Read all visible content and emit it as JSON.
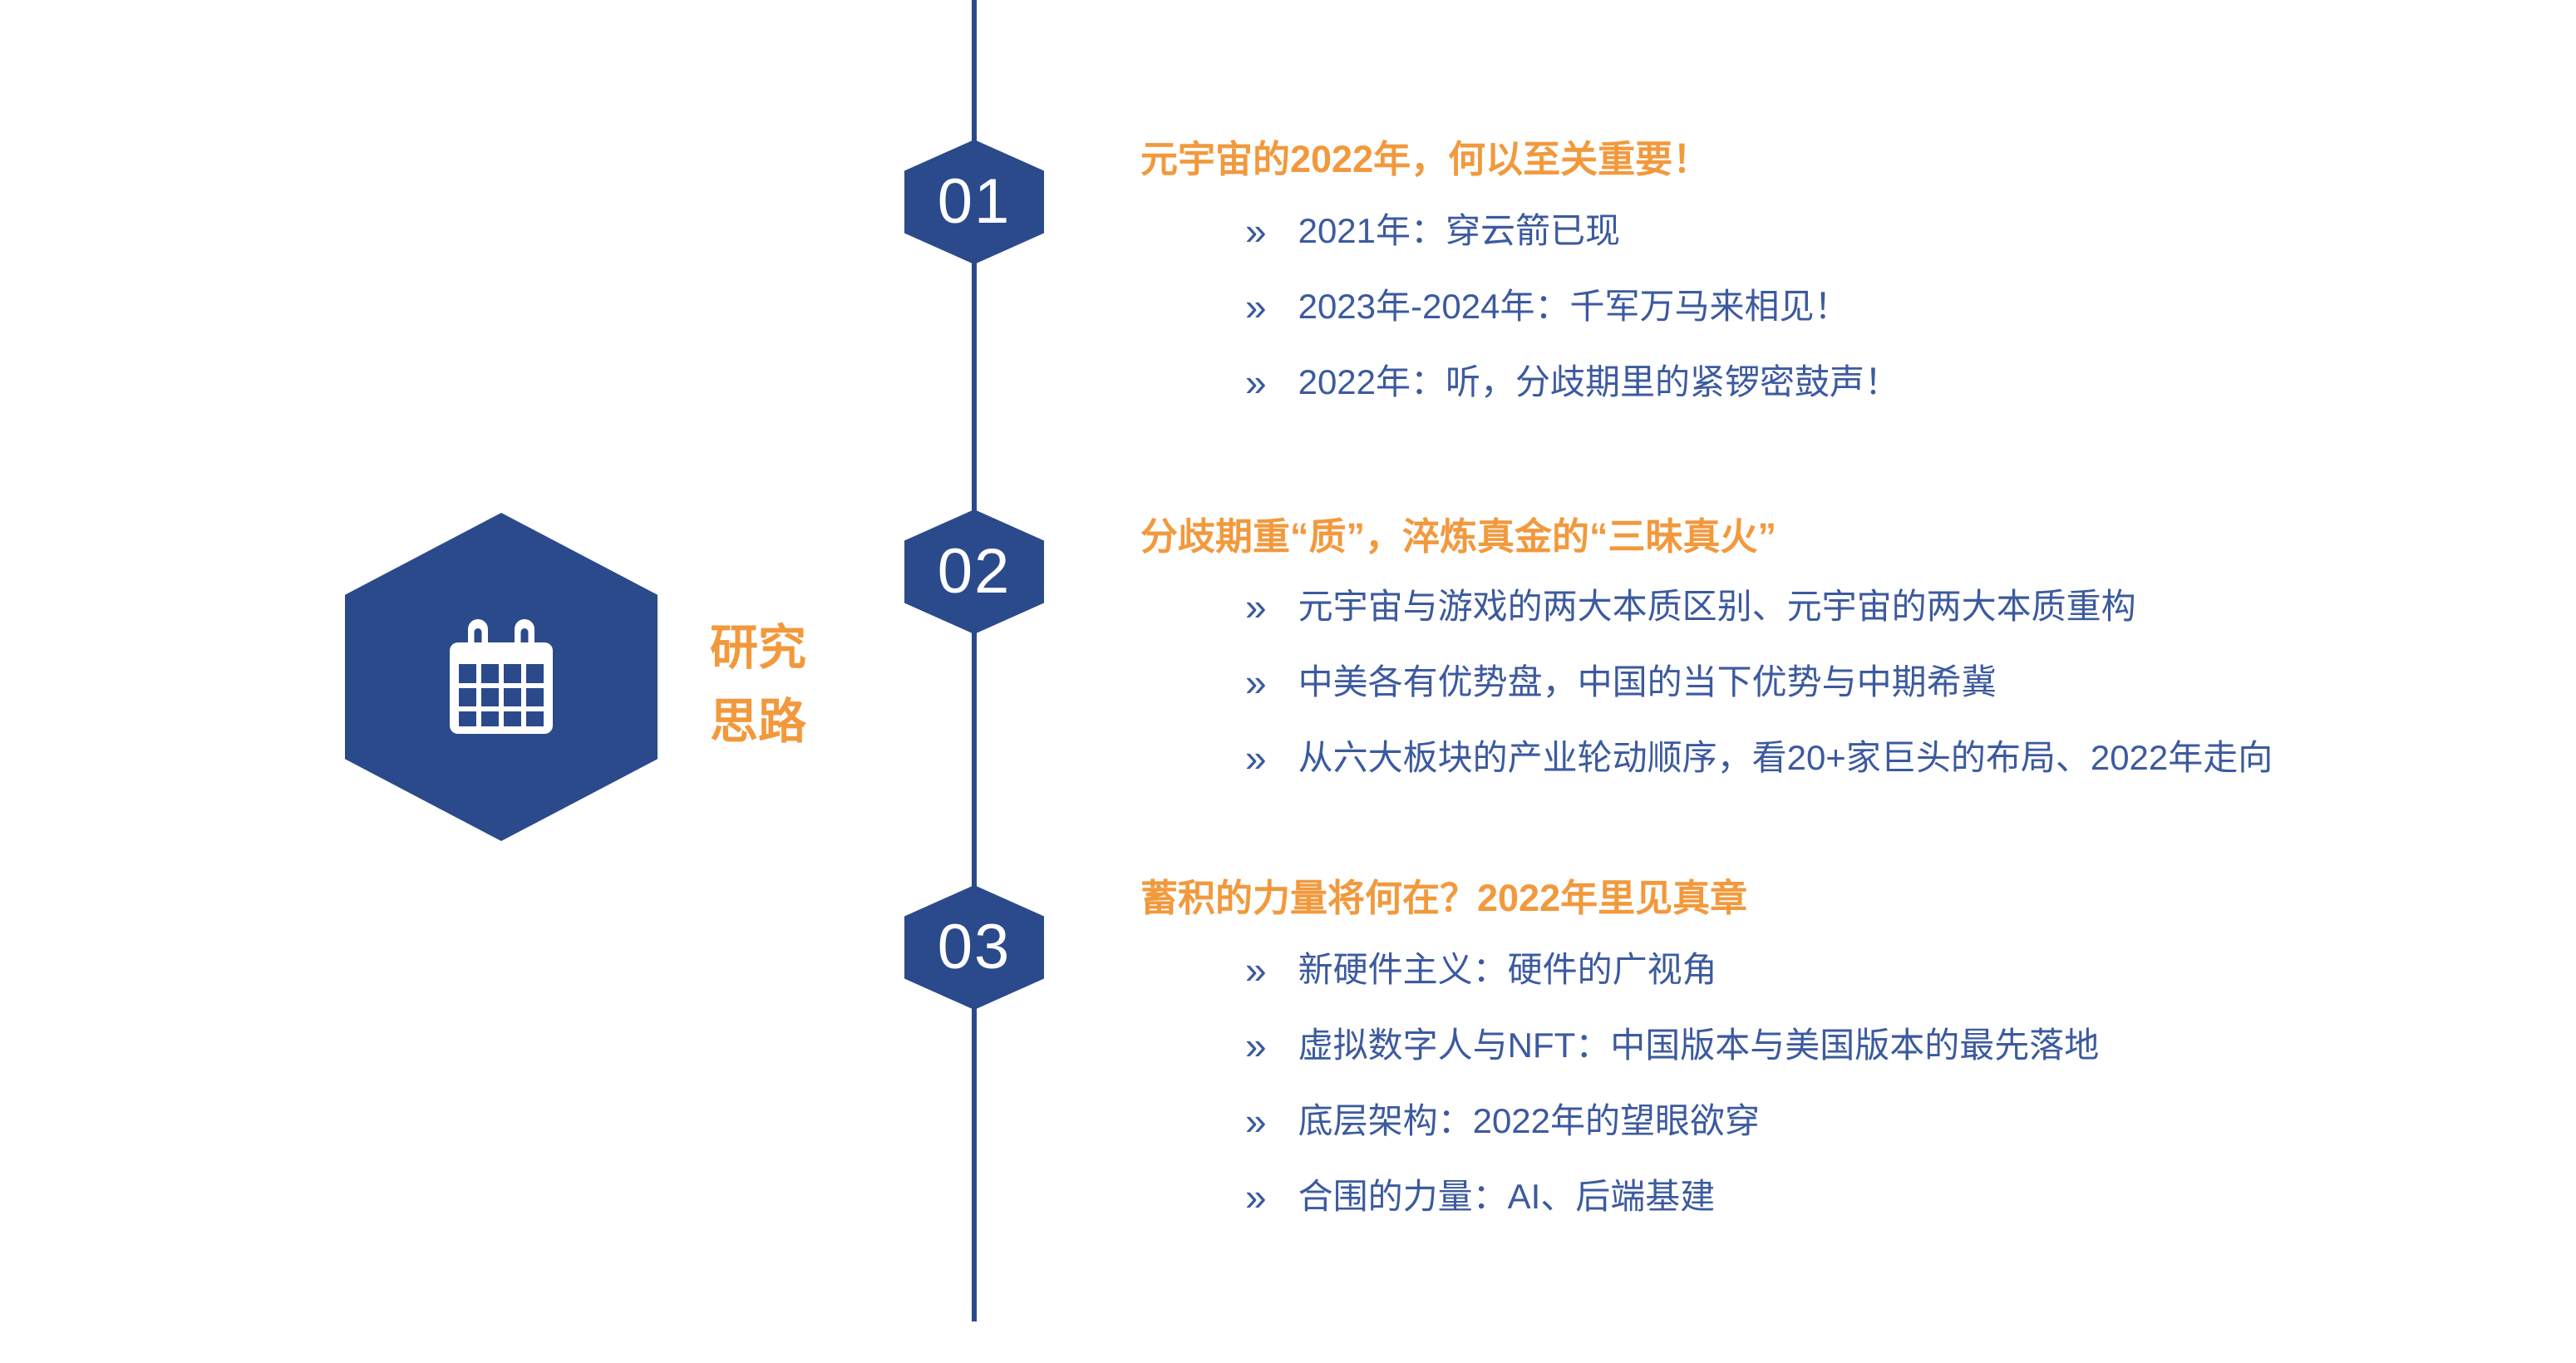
{
  "colors": {
    "primary_blue": "#2B4A8B",
    "text_blue": "#3C5A9E",
    "accent_orange": "#F2993D"
  },
  "side_label": {
    "line1": "研究",
    "line2": "思路"
  },
  "icon": "calendar-icon",
  "bullet_marker": "»",
  "sections": [
    {
      "number": "01",
      "title": "元宇宙的2022年，何以至关重要！",
      "bullets": [
        "2021年：穿云箭已现",
        "2023年-2024年：千军万马来相见！",
        "2022年：听，分歧期里的紧锣密鼓声！"
      ]
    },
    {
      "number": "02",
      "title": "分歧期重“质”，淬炼真金的“三昧真火”",
      "bullets": [
        "元宇宙与游戏的两大本质区别、元宇宙的两大本质重构",
        "中美各有优势盘，中国的当下优势与中期希冀",
        "从六大板块的产业轮动顺序，看20+家巨头的布局、2022年走向"
      ]
    },
    {
      "number": "03",
      "title": "蓄积的力量将何在？2022年里见真章",
      "bullets": [
        "新硬件主义：硬件的广视角",
        "虚拟数字人与NFT：中国版本与美国版本的最先落地",
        "底层架构：2022年的望眼欲穿",
        "合围的力量：AI、后端基建"
      ]
    }
  ]
}
